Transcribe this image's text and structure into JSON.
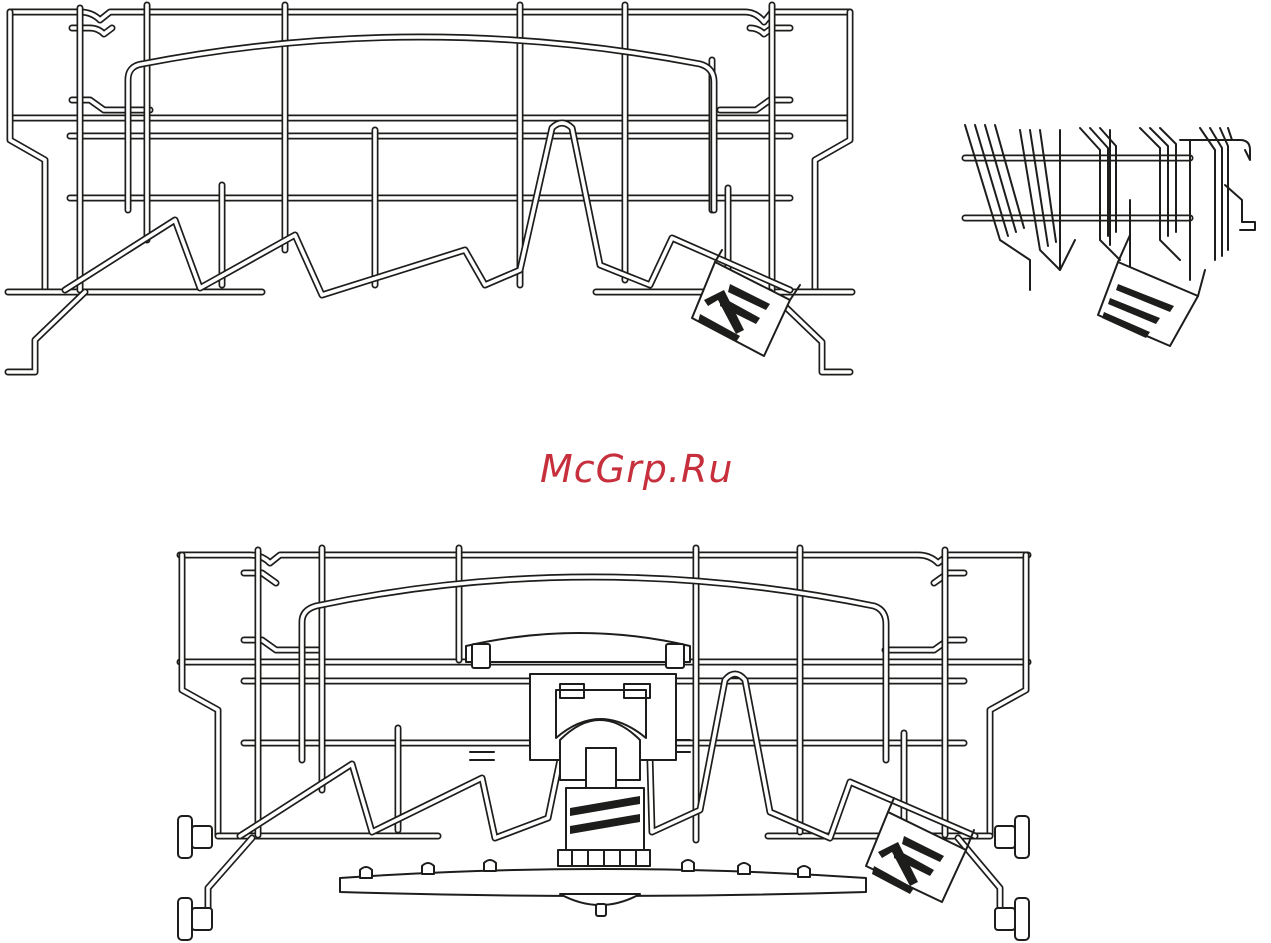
{
  "watermark": {
    "text": "McGrp.Ru",
    "color": "#c62f3b"
  },
  "figures": [
    {
      "id": "rack-top-left",
      "kind": "dishwasher lower basket, front view"
    },
    {
      "id": "rack-top-right",
      "kind": "dishwasher lower basket, folding tines detail"
    },
    {
      "id": "rack-bottom",
      "kind": "dishwasher lower basket with spray arm and wheels"
    }
  ],
  "colors": {
    "line": "#1d1d1b",
    "background": "#ffffff"
  }
}
